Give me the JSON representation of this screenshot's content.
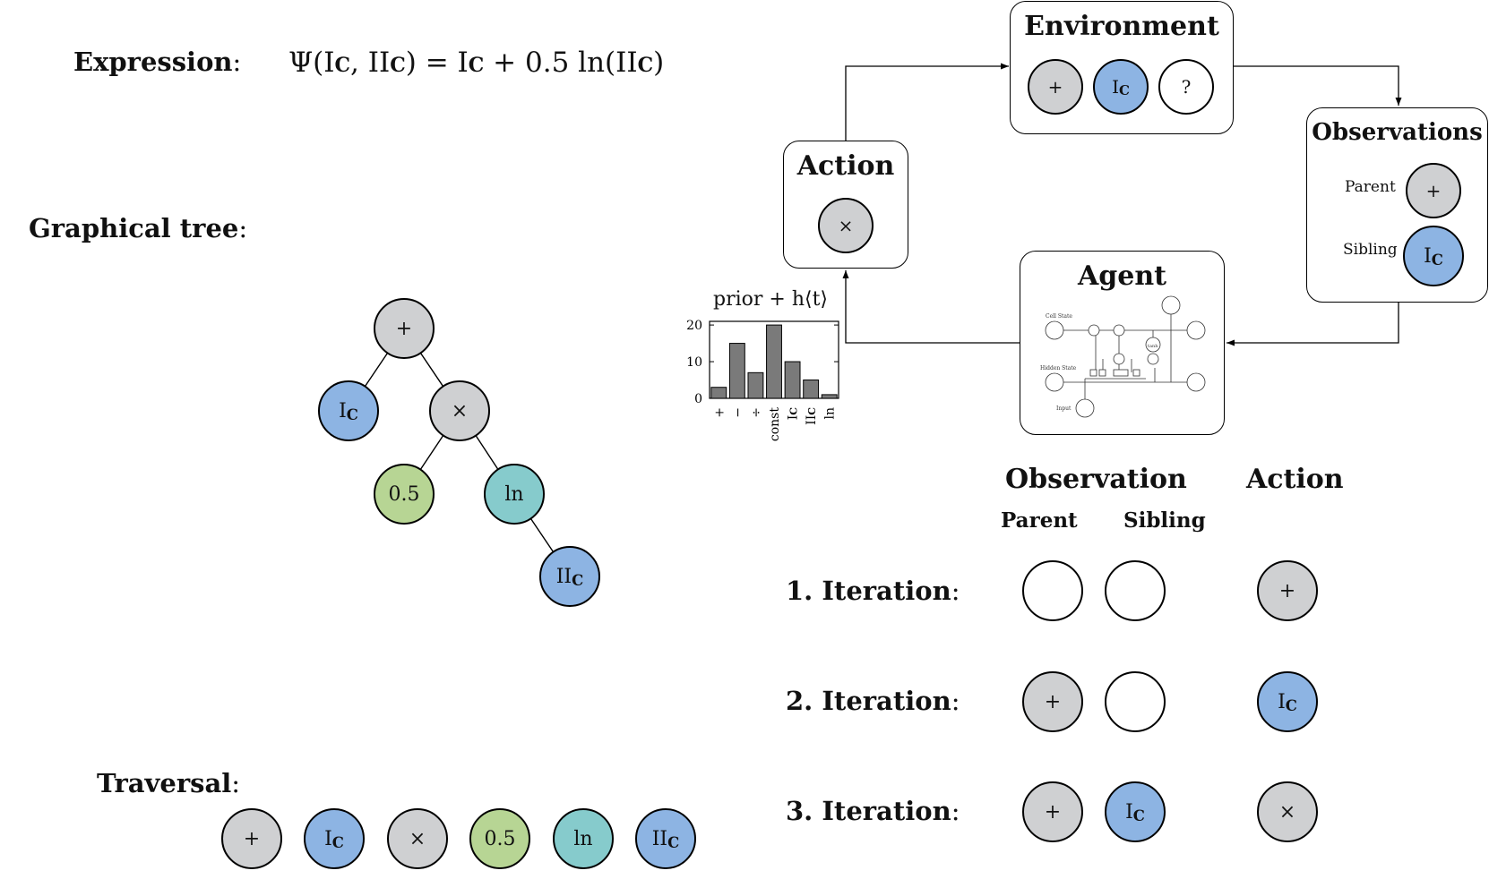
{
  "labels": {
    "expression": "Expression",
    "graphical_tree": "Graphical tree",
    "traversal": "Traversal",
    "colon": ":"
  },
  "expression": {
    "psi": "Ψ(I",
    "c": "C",
    "comma": ", II",
    "eq": ") = I",
    "plus": " + 0.5 ln(II",
    "close": ")"
  },
  "symbols": {
    "plus": "+",
    "times": "×",
    "const": "0.5",
    "ln": "ln",
    "I": "I",
    "II": "II",
    "sub": "C",
    "question": "?"
  },
  "tree": {
    "nodes": [
      "+",
      "I_C",
      "×",
      "0.5",
      "ln",
      "II_C"
    ]
  },
  "traversal": [
    "+",
    "I_C",
    "×",
    "0.5",
    "ln",
    "II_C"
  ],
  "loop": {
    "environment": "Environment",
    "observations": "Observations",
    "action": "Action",
    "agent": "Agent",
    "parent": "Parent",
    "sibling": "Sibling"
  },
  "lstm": {
    "cell_state": "Cell State",
    "hidden_state": "Hidden State",
    "input": "Input",
    "tanh": "tanh"
  },
  "chart_data": {
    "type": "bar",
    "title": "prior + h⟨t⟩",
    "categories": [
      "+",
      "−",
      "÷",
      "const",
      "I_C",
      "II_C",
      "ln"
    ],
    "values": [
      3,
      15,
      7,
      20,
      10,
      5,
      1
    ],
    "yticks": [
      0,
      10,
      20
    ],
    "ylim": [
      0,
      21
    ],
    "xlabel": "",
    "ylabel": ""
  },
  "iterations": {
    "header_observation": "Observation",
    "header_action": "Action",
    "header_parent": "Parent",
    "header_sibling": "Sibling",
    "rows": [
      {
        "label": "1. Iteration",
        "parent": "",
        "sibling": "",
        "action": "+"
      },
      {
        "label": "2. Iteration",
        "parent": "+",
        "sibling": "",
        "action": "I_C"
      },
      {
        "label": "3. Iteration",
        "parent": "+",
        "sibling": "I_C",
        "action": "×"
      }
    ]
  },
  "colors": {
    "operator": "#cfd0d2",
    "variable": "#8db4e3",
    "constant": "#b7d594",
    "function": "#86cbcc",
    "bar": "#7a7a7a"
  }
}
